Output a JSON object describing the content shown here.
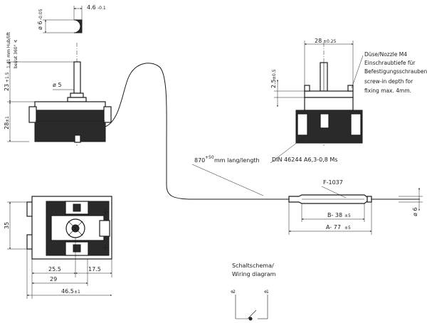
{
  "colors": {
    "line": "#1a1a1a",
    "body_fill": "#2a2a2a",
    "background": "#ffffff"
  },
  "shaft_section": {
    "width": "4.6",
    "width_tol": "-0.1",
    "diameter": "ø 6",
    "diameter_tol": "-0.05"
  },
  "side_view": {
    "rotation_line1": "1,41 mm Hub/lift",
    "rotation_line2": "bei/at 360° ∢",
    "shaft_height": "23",
    "shaft_height_tol": "+1.5",
    "shaft_dia_label": "ø 5",
    "body_height": "28",
    "body_height_tol": "±1"
  },
  "front_view": {
    "width_label": "28",
    "width_tol": "±0.25",
    "height_label": "2.5",
    "height_tol": "±0.5",
    "note_lines": [
      "Düse/Nozzle M4",
      "Einschraubtiefe für",
      "Befestigungsschrauben/",
      "screw-in depth for",
      "fixing max. 4mm."
    ],
    "din_label": "DIN 46244  A6,3-0,8 Ms"
  },
  "capillary": {
    "length_prefix": "870",
    "length_tol": "+50",
    "length_suffix": "mm lang/length"
  },
  "bulb": {
    "type_label": "F-1037",
    "b_label": "B- 38",
    "b_tol": "±5",
    "a_label": "A- 77",
    "a_tol": "±5",
    "dia_label": "ø 6"
  },
  "top_view": {
    "height_label": "35",
    "dim_25_5": "25.5",
    "dim_17_5": "17.5",
    "dim_29": "29",
    "dim_46_5": "46.5",
    "dim_46_5_tol": "±1"
  },
  "wiring": {
    "title_line1": "Schaltschema/",
    "title_line2": "Wiring diagram",
    "terminal_left": "2",
    "terminal_right": "1"
  }
}
